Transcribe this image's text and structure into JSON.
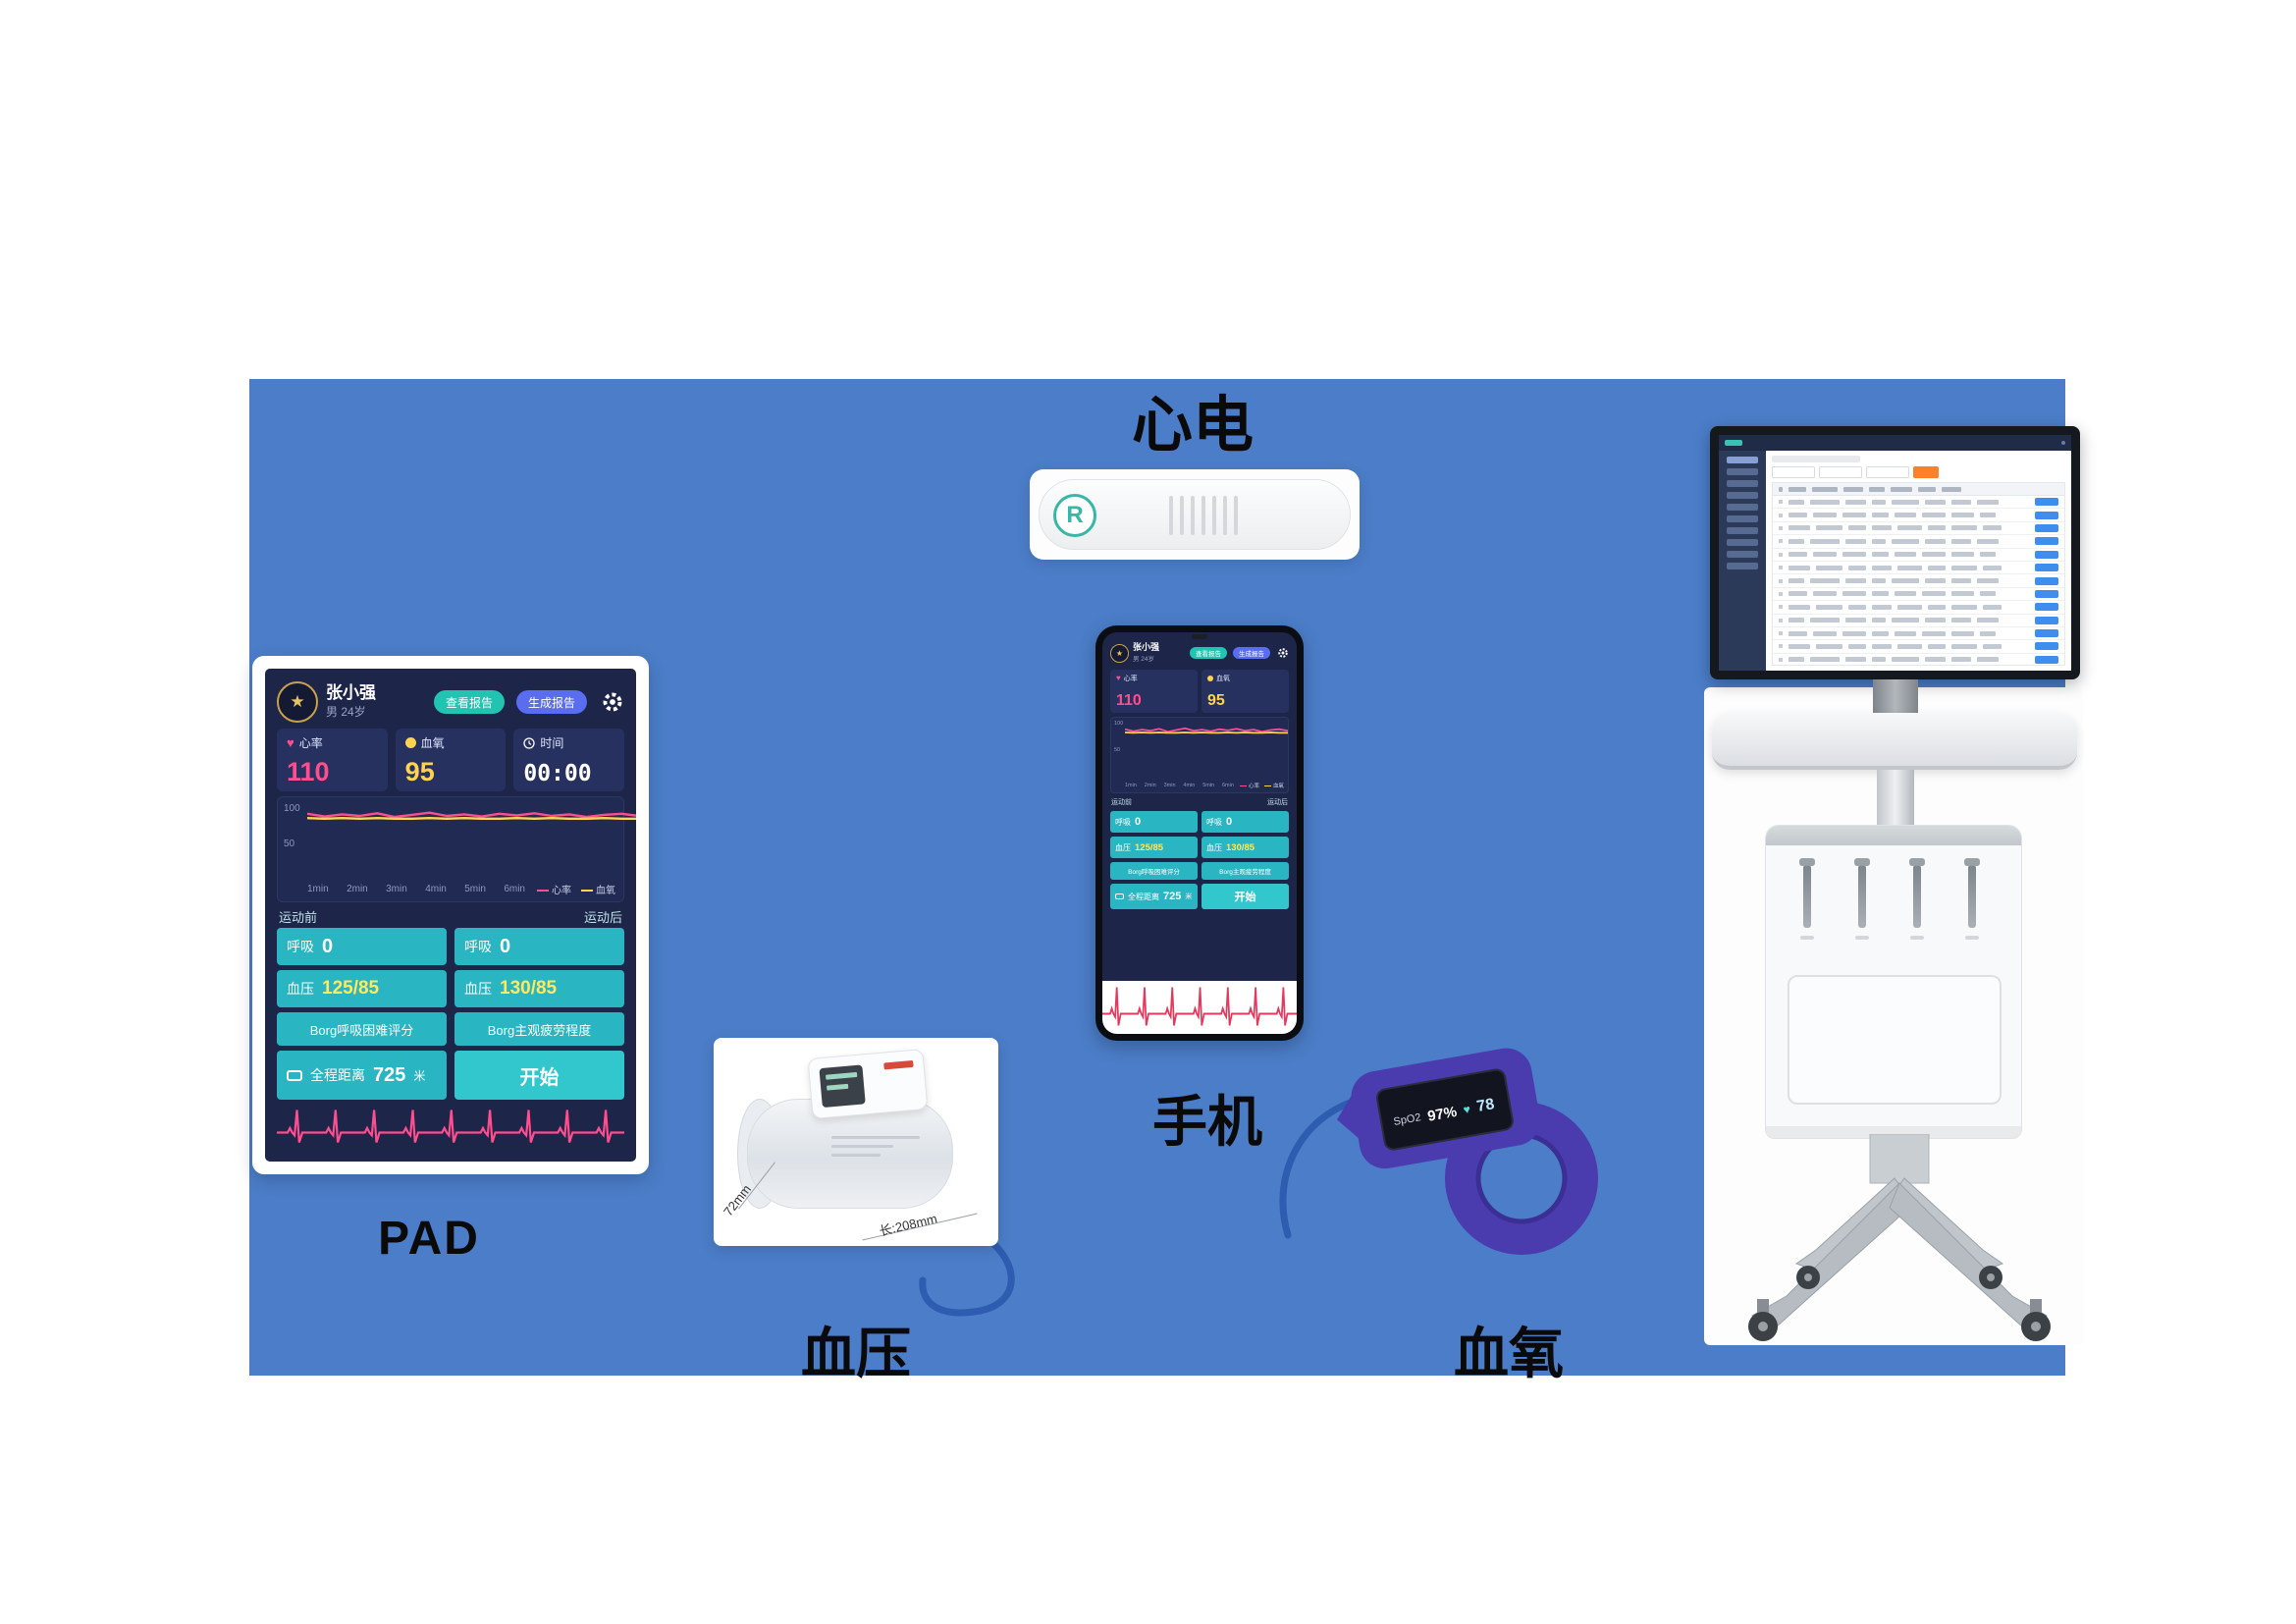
{
  "colors": {
    "background": "#4b7dc8",
    "app_screen": "#1d2548",
    "teal_cell": "#2ab5c2",
    "heart_rate": "#ff4d8f",
    "spo2_yellow": "#ffd34d",
    "accent_orange": "#ff7f2a",
    "accent_blue": "#3e8ef0"
  },
  "labels": {
    "ecg": "心电",
    "pad": "PAD",
    "phone": "手机",
    "blood_pressure": "血压",
    "blood_oxygen": "血氧"
  },
  "ecg_device": {
    "logo_letter": "R"
  },
  "app": {
    "patient_name": "张小强",
    "patient_info": "男 24岁",
    "view_report": "查看报告",
    "generate_report": "生成报告",
    "stat_heart_label": "心率",
    "stat_heart_value": "110",
    "stat_spo2_label": "血氧",
    "stat_spo2_value": "95",
    "stat_time_label": "时间",
    "stat_time_value": "00:00",
    "section_before": "运动前",
    "section_after": "运动后",
    "breath_label": "呼吸",
    "breath_before": "0",
    "breath_after": "0",
    "bp_label": "血压",
    "bp_before": "125/85",
    "bp_after": "130/85",
    "borg_breath": "Borg呼吸困难评分",
    "borg_fatigue": "Borg主观疲劳程度",
    "distance_label": "全程距离",
    "distance_value": "725",
    "distance_unit": "米",
    "start_button": "开始"
  },
  "chart_data": {
    "type": "line",
    "title": "",
    "x_ticks": [
      "1min",
      "2min",
      "3min",
      "4min",
      "5min",
      "6min"
    ],
    "y_ticks": [
      "100",
      "50"
    ],
    "ylim": [
      0,
      120
    ],
    "legend_position": "bottom-right",
    "series": [
      {
        "name": "心率",
        "color": "#ff4d8f",
        "values": [
          104,
          99,
          103,
          100,
          105,
          98,
          102,
          106,
          100,
          103,
          99,
          104,
          101,
          105,
          100,
          103,
          98,
          102,
          104,
          100
        ]
      },
      {
        "name": "血氧",
        "color": "#ffd34d",
        "values": [
          96,
          95,
          96,
          95,
          96,
          95,
          95,
          96,
          95,
          96,
          95,
          95,
          96,
          95,
          96,
          95,
          95,
          96,
          95,
          95
        ]
      }
    ]
  },
  "bp_device": {
    "dim_width": "72mm",
    "dim_length": "长:208mm"
  },
  "spo2_device": {
    "label": "SpO2",
    "value": "97%",
    "pulse": "78"
  },
  "workstation": {
    "sidebar_items": 10,
    "table_rows": 13,
    "table_cols": 8
  }
}
